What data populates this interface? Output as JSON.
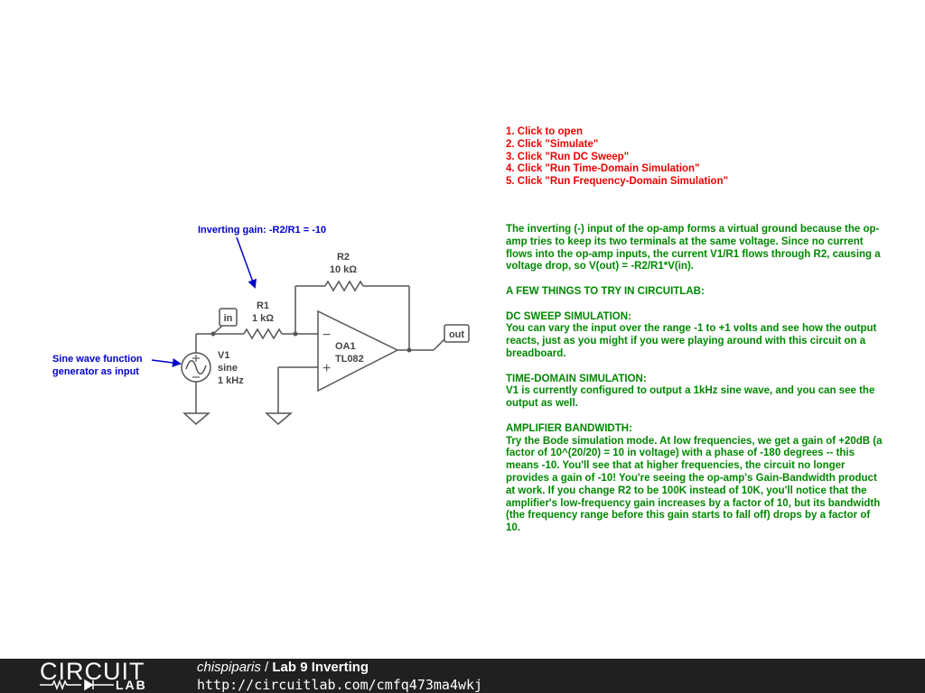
{
  "instructions": [
    "1. Click to open",
    "2. Click \"Simulate\"",
    "3. Click \"Run DC Sweep\"",
    "4. Click \"Run Time-Domain Simulation\"",
    "5. Click \"Run Frequency-Domain Simulation\""
  ],
  "notes": {
    "intro": "The inverting (-) input of the op-amp forms a virtual ground because the op-amp tries to keep its two terminals at the same voltage. Since no current flows into the op-amp inputs, the current V1/R1 flows through R2, causing a voltage drop, so V(out) = -R2/R1*V(in).",
    "few_things": "A FEW THINGS TO TRY IN CIRCUITLAB:",
    "dc_title": "DC SWEEP SIMULATION:",
    "dc_body": "You can vary the input over the range -1 to +1 volts and see how the output reacts, just as you might if you were playing around with this circuit on a breadboard.",
    "td_title": "TIME-DOMAIN SIMULATION:",
    "td_body": "V1 is currently configured to output a 1kHz sine wave, and you can see the output as well.",
    "bw_title": "AMPLIFIER BANDWIDTH:",
    "bw_body": "Try the Bode simulation mode. At low frequencies, we get a gain of +20dB (a factor of 10^(20/20) = 10 in voltage) with a phase of -180 degrees -- this means -10. You'll see that at higher frequencies, the circuit no longer provides a gain of -10! You're seeing the op-amp's Gain-Bandwidth product at work. If you change R2 to be 100K instead of 10K, you'll notice that the amplifier's low-frequency gain increases by a factor of 10, but its bandwidth (the frequency range before this gain starts to fall off) drops by a factor of 10."
  },
  "schematic": {
    "gain_annotation": "Inverting gain: -R2/R1 = -10",
    "source_annotation_line1": "Sine wave function",
    "source_annotation_line2": "generator as input",
    "r1_name": "R1",
    "r1_value": "1 kΩ",
    "r2_name": "R2",
    "r2_value": "10 kΩ",
    "v1_name": "V1",
    "v1_type": "sine",
    "v1_freq": "1 kHz",
    "opamp_name": "OA1",
    "opamp_model": "TL082",
    "label_in": "in",
    "label_out": "out",
    "minus_sign": "−",
    "plus_sign": "+"
  },
  "colors": {
    "instructions": "#ee0000",
    "notes": "#008800",
    "annotation": "#0000cc",
    "footer_bg": "#202020"
  },
  "footer": {
    "logo_word": "CIRCUIT",
    "logo_lab": "LAB",
    "user": "chispiparis",
    "separator": "/",
    "project": "Lab 9 Inverting",
    "url": "http://circuitlab.com/cmfq473ma4wkj"
  }
}
